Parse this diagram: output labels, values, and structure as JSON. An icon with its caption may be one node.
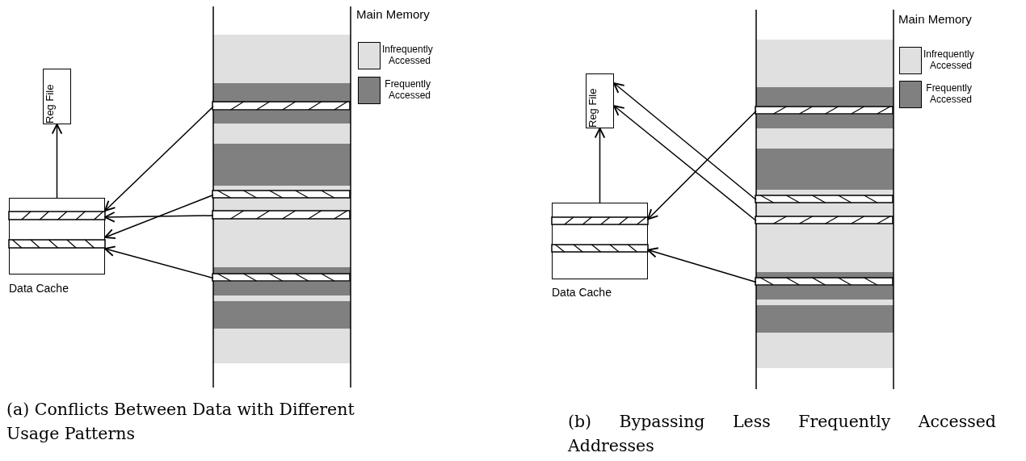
{
  "diagram": {
    "nodes": [
      {
        "text": [
          "Reg File"
        ]
      },
      {
        "text": [
          "Data Cache"
        ]
      },
      {
        "text": [],
        "shape": "bar",
        "in": 1
      },
      {
        "text": [],
        "shape": "bar",
        "in": 1
      },
      {
        "text": [],
        "shape": "bar"
      },
      {
        "text": [],
        "shape": "bar"
      },
      {
        "text": [],
        "shape": "bar"
      },
      {
        "text": [],
        "shape": "bar"
      },
      {
        "text": [
          "Reg File"
        ]
      },
      {
        "text": [
          "Data Cache"
        ]
      },
      {
        "text": [],
        "shape": "bar",
        "in": 9
      },
      {
        "text": [],
        "shape": "bar",
        "in": 9
      },
      {
        "text": [],
        "shape": "bar"
      },
      {
        "text": [],
        "shape": "bar"
      },
      {
        "text": [],
        "shape": "bar"
      },
      {
        "text": [],
        "shape": "bar"
      }
    ],
    "edges": [
      {
        "from": 1,
        "to": 0,
        "arrow": "to"
      },
      {
        "from": 4,
        "to": 2,
        "arrow": "to"
      },
      {
        "from": 6,
        "to": 2,
        "arrow": "to"
      },
      {
        "from": 5,
        "to": 3,
        "arrow": "to"
      },
      {
        "from": 7,
        "to": 3,
        "arrow": "to"
      },
      {
        "from": 9,
        "to": 8,
        "arrow": "to"
      },
      {
        "from": 12,
        "to": 10,
        "arrow": "to"
      },
      {
        "from": 13,
        "to": 8,
        "arrow": "to"
      },
      {
        "from": 14,
        "to": 8,
        "arrow": "to"
      },
      {
        "from": 15,
        "to": 11,
        "arrow": "to"
      }
    ],
    "labels": [
      "Main Memory",
      "Main Memory",
      "(a) Conflicts Between Data with Different Usage Patterns",
      "(b) Bypassing Less Frequently Accessed Addresses"
    ],
    "legend": [
      {
        "text": "Infrequently Accessed",
        "color": "#e0e0e0"
      },
      {
        "text": "Frequently Accessed",
        "color": "#808080"
      },
      {
        "text": "Infrequently Accessed",
        "color": "#e0e0e0"
      },
      {
        "text": "Frequently Accessed",
        "color": "#808080"
      }
    ]
  }
}
